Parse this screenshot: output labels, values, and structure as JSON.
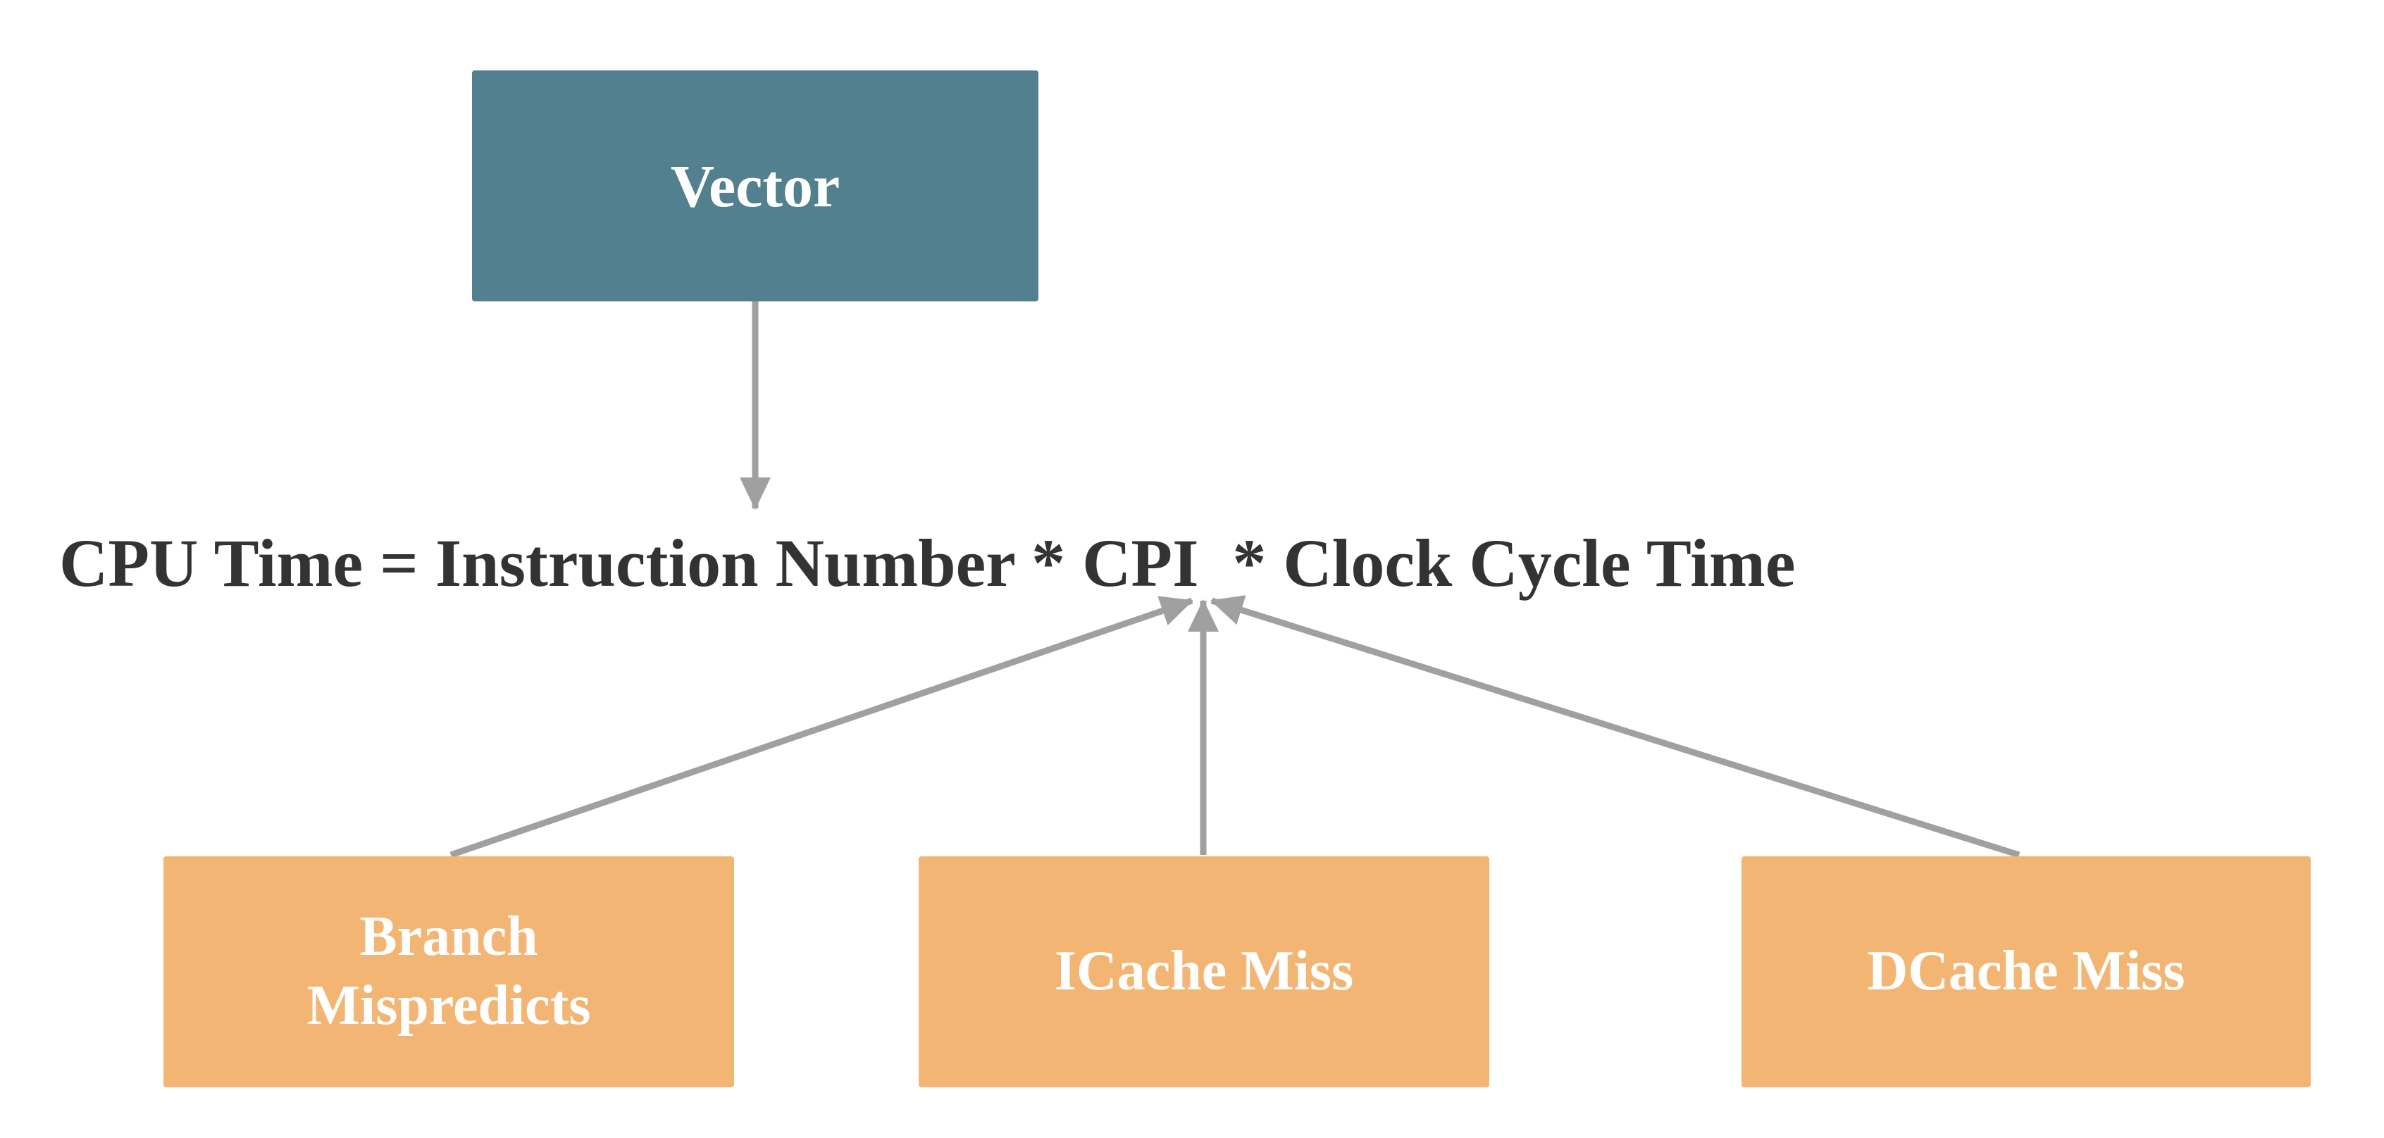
{
  "diagram": {
    "top_node": {
      "label": "Vector"
    },
    "equation": "CPU Time = Instruction Number * CPI  * Clock Cycle Time",
    "bottom_nodes": [
      {
        "line1": "Branch",
        "line2": "Mispredicts"
      },
      {
        "label": "ICache Miss"
      },
      {
        "label": "DCache Miss"
      }
    ],
    "colors": {
      "top_node_fill": "#52808F",
      "bottom_node_fill": "#F2B574",
      "node_text": "#FFFFFF",
      "equation_text": "#333333",
      "arrow": "#A0A0A0"
    }
  }
}
